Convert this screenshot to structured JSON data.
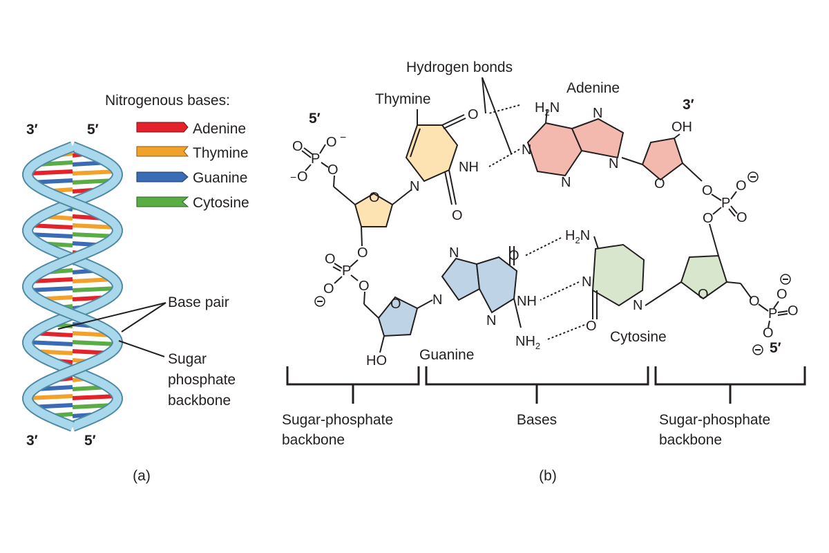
{
  "panel_a": {
    "caption": "(a)",
    "end_top_left": "3′",
    "end_top_right": "5′",
    "end_bottom_left": "3′",
    "end_bottom_right": "5′",
    "legend_title": "Nitrogenous bases:",
    "legend": [
      {
        "label": "Adenine",
        "color": "#e3222b"
      },
      {
        "label": "Thymine",
        "color": "#f2a22b"
      },
      {
        "label": "Guanine",
        "color": "#3a6bb5"
      },
      {
        "label": "Cytosine",
        "color": "#5aac44"
      }
    ],
    "base_pair_label": "Base pair",
    "backbone_label_lines": [
      "Sugar",
      "phosphate",
      "backbone"
    ],
    "helix_color": "#a9d8ec"
  },
  "panel_b": {
    "caption": "(b)",
    "hydrogen_bonds_label": "Hydrogen bonds",
    "thymine": "Thymine",
    "adenine": "Adenine",
    "guanine": "Guanine",
    "cytosine": "Cytosine",
    "end_5_left": "5′",
    "end_3_right": "3′",
    "end_5_right": "5′",
    "bracket_left": [
      "Sugar-phosphate",
      "backbone"
    ],
    "bracket_middle": "Bases",
    "bracket_right": [
      "Sugar-phosphate",
      "backbone"
    ],
    "colors": {
      "thymine": "#fde2b2",
      "adenine": "#f4b9ae",
      "guanine": "#bfd3e6",
      "cytosine": "#d8e6cd",
      "sugar_top_left": "#fde2b2",
      "sugar_top_right": "#f4b9ae",
      "sugar_bottom_left": "#bfd3e6",
      "sugar_bottom_right": "#d8e6cd"
    }
  }
}
